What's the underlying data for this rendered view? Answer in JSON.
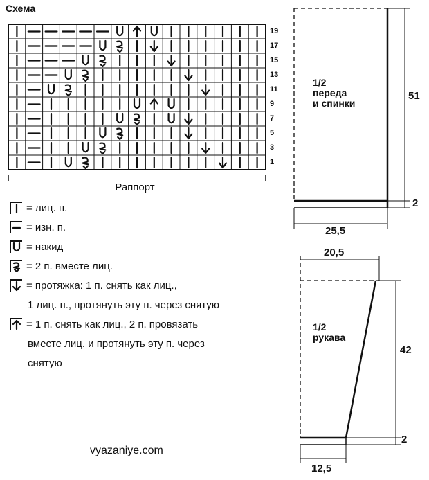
{
  "title": "Схема",
  "rapport_label": "Раппорт",
  "row_numbers": [
    "19",
    "17",
    "15",
    "13",
    "11",
    "9",
    "7",
    "5",
    "3",
    "1"
  ],
  "chart_rows": [
    "I-----V^VIIIIII",
    "I----VzIVIIIIII",
    "I---VzIIIVIIIII",
    "I--VzIIIIIVIIII",
    "I-VzIIIIIIIVIII",
    "I-IIIIIV^VIIIII",
    "I-IIIIVzIVIIIII",
    "I-IIIVzIIIVIIII",
    "I-IIVzIIIIIVIII",
    "I-IVzIIIIIIIVII"
  ],
  "legend": [
    {
      "symbol": "knit",
      "text": "= лиц. п."
    },
    {
      "symbol": "purl",
      "text": "= изн. п."
    },
    {
      "symbol": "yo",
      "text": "= накид"
    },
    {
      "symbol": "k2tog",
      "text": "= 2 п. вместе лиц."
    },
    {
      "symbol": "skp",
      "text": "= протяжка: 1 п. снять как лиц.,",
      "cont": [
        "1 лиц. п., протянуть эту п. через снятую"
      ]
    },
    {
      "symbol": "sk2p",
      "text": "= 1 п. снять как лиц., 2 п. провязать",
      "cont": [
        "вместе лиц. и протянуть эту п. через",
        "снятую"
      ]
    }
  ],
  "body_piece": {
    "label_line1": "1/2",
    "label_line2": "переда",
    "label_line3": "и спинки",
    "height": "51",
    "band": "2",
    "width": "25,5"
  },
  "sleeve_piece": {
    "label_line1": "1/2",
    "label_line2": "рукава",
    "top_width": "20,5",
    "height": "42",
    "band": "2",
    "width": "12,5"
  },
  "site": "vyazaniye.com"
}
